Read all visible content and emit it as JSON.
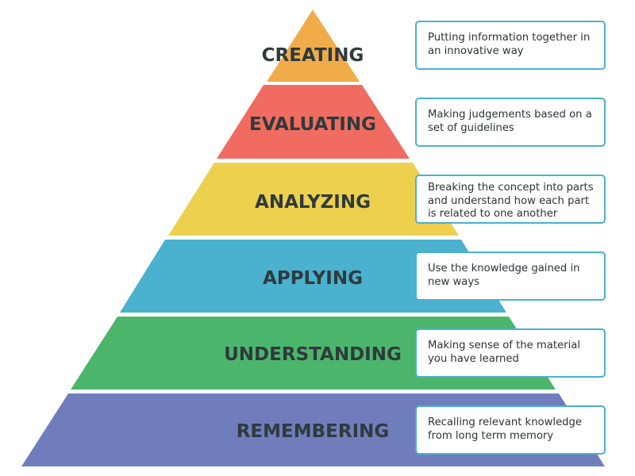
{
  "levels": [
    {
      "label": "CREATING",
      "description": "Putting information together in an innovative way",
      "color": "#f1ac4a"
    },
    {
      "label": "EVALUATING",
      "description": "Making judgements based on a set of guidelines",
      "color": "#f06c60"
    },
    {
      "label": "ANALYZING",
      "description": "Breaking the concept into parts and understand how each part is related to one another",
      "color": "#ecd04e"
    },
    {
      "label": "APPLYING",
      "description": "Use the knowledge gained in new ways",
      "color": "#4ab1cf"
    },
    {
      "label": "UNDERSTANDING",
      "description": "Making sense of the material you have learned",
      "color": "#4cb56c"
    },
    {
      "label": "REMEMBERING",
      "description": "Recalling relevant knowledge from long term memory",
      "color": "#707dbd"
    }
  ],
  "box_border_color": "#4ab1cf"
}
